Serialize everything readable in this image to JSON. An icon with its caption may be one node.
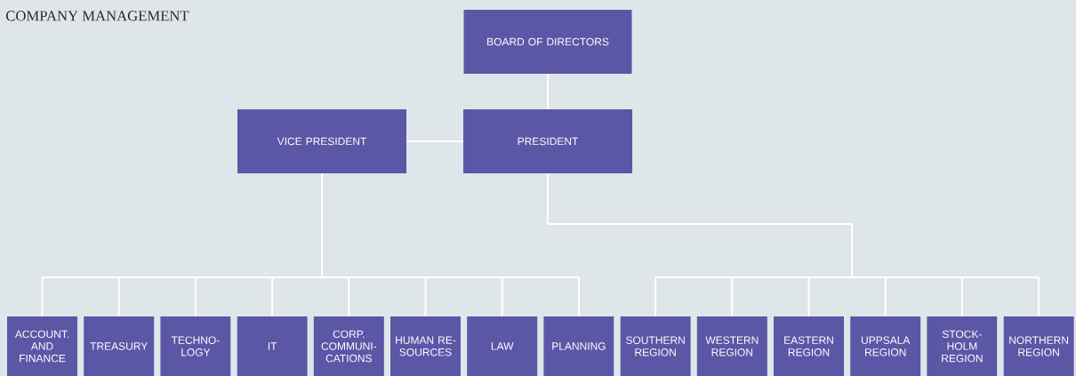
{
  "diagram": {
    "title": "COMPANY MANAGEMENT",
    "nodes": [
      {
        "text": [
          "BOARD OF DIRECTORS"
        ]
      },
      {
        "text": [
          "VICE PRESIDENT"
        ]
      },
      {
        "text": [
          "PRESIDENT"
        ]
      },
      {
        "text": [
          "ACCOUNT. AND FINANCE"
        ]
      },
      {
        "text": [
          "TREASURY"
        ]
      },
      {
        "text": [
          "TECHNO- LOGY"
        ]
      },
      {
        "text": [
          "IT"
        ]
      },
      {
        "text": [
          "CORP. COMMUNI- CATIONS"
        ]
      },
      {
        "text": [
          "HUMAN RE- SOURCES"
        ]
      },
      {
        "text": [
          "LAW"
        ]
      },
      {
        "text": [
          "PLANNING"
        ]
      },
      {
        "text": [
          "SOUTHERN REGION"
        ]
      },
      {
        "text": [
          "WESTERN REGION"
        ]
      },
      {
        "text": [
          "EASTERN REGION"
        ]
      },
      {
        "text": [
          "UPPSALA REGION"
        ]
      },
      {
        "text": [
          "STOCK- HOLM REGION"
        ]
      },
      {
        "text": [
          "NORTHERN REGION"
        ]
      }
    ],
    "edges": [
      {
        "from": 0,
        "to": 2,
        "arrow": "none"
      },
      {
        "from": 1,
        "to": 2,
        "arrow": "none"
      },
      {
        "from": 1,
        "to": 3,
        "arrow": "none"
      },
      {
        "from": 1,
        "to": 4,
        "arrow": "none"
      },
      {
        "from": 1,
        "to": 5,
        "arrow": "none"
      },
      {
        "from": 1,
        "to": 6,
        "arrow": "none"
      },
      {
        "from": 1,
        "to": 7,
        "arrow": "none"
      },
      {
        "from": 1,
        "to": 8,
        "arrow": "none"
      },
      {
        "from": 1,
        "to": 9,
        "arrow": "none"
      },
      {
        "from": 1,
        "to": 10,
        "arrow": "none"
      },
      {
        "from": 2,
        "to": 11,
        "arrow": "none"
      },
      {
        "from": 2,
        "to": 12,
        "arrow": "none"
      },
      {
        "from": 2,
        "to": 13,
        "arrow": "none"
      },
      {
        "from": 2,
        "to": 14,
        "arrow": "none"
      },
      {
        "from": 2,
        "to": 15,
        "arrow": "none"
      },
      {
        "from": 2,
        "to": 16,
        "arrow": "none"
      }
    ]
  }
}
